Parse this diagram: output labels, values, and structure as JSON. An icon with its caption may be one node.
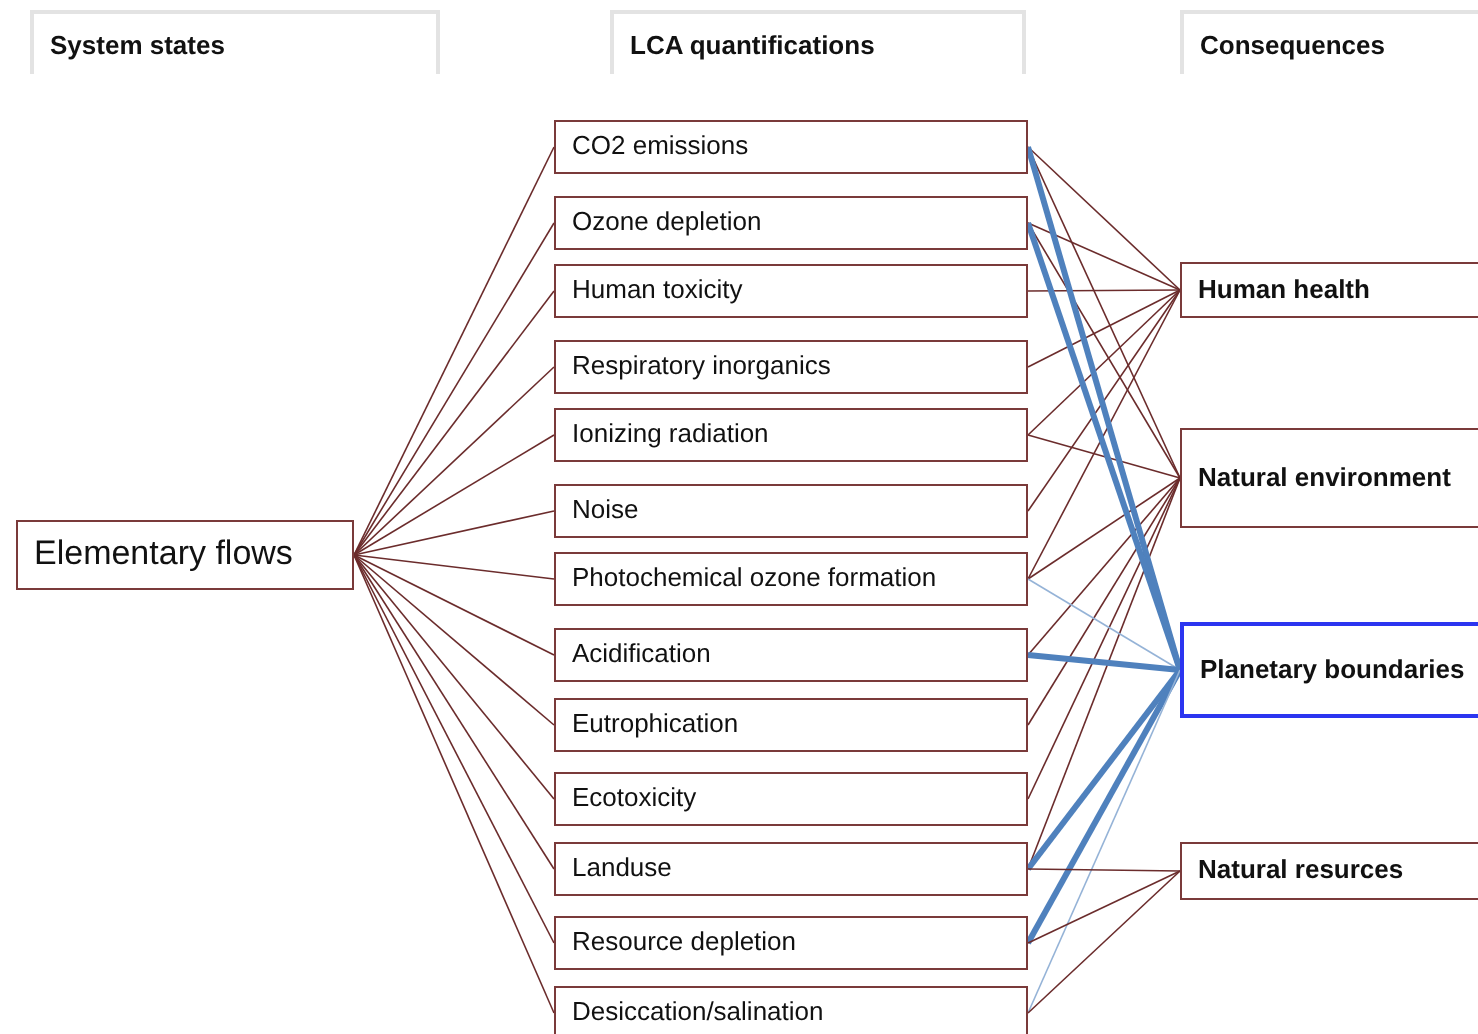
{
  "diagram": {
    "nodes": [
      {
        "text": [
          "Elementary flows"
        ]
      },
      {
        "text": [
          "CO2 emissions"
        ]
      },
      {
        "text": [
          "Ozone depletion"
        ]
      },
      {
        "text": [
          "Human toxicity"
        ]
      },
      {
        "text": [
          "Respiratory inorganics"
        ]
      },
      {
        "text": [
          "Ionizing radiation"
        ]
      },
      {
        "text": [
          "Noise"
        ]
      },
      {
        "text": [
          "Photochemical ozone formation"
        ]
      },
      {
        "text": [
          "Acidification"
        ]
      },
      {
        "text": [
          "Eutrophication"
        ]
      },
      {
        "text": [
          "Ecotoxicity"
        ]
      },
      {
        "text": [
          "Landuse"
        ]
      },
      {
        "text": [
          "Resource depletion"
        ]
      },
      {
        "text": [
          "Desiccation/salination"
        ]
      },
      {
        "text": [
          "Human health"
        ]
      },
      {
        "text": [
          "Natural environment"
        ]
      },
      {
        "text": [
          "Planetary boundaries"
        ]
      },
      {
        "text": [
          "Natural resurces"
        ]
      }
    ],
    "edges": [
      {
        "from": 0,
        "to": 1,
        "arrow": "none"
      },
      {
        "from": 0,
        "to": 2,
        "arrow": "none"
      },
      {
        "from": 0,
        "to": 3,
        "arrow": "none"
      },
      {
        "from": 0,
        "to": 4,
        "arrow": "none"
      },
      {
        "from": 0,
        "to": 5,
        "arrow": "none"
      },
      {
        "from": 0,
        "to": 6,
        "arrow": "none"
      },
      {
        "from": 0,
        "to": 7,
        "arrow": "none"
      },
      {
        "from": 0,
        "to": 8,
        "arrow": "none"
      },
      {
        "from": 0,
        "to": 9,
        "arrow": "none"
      },
      {
        "from": 0,
        "to": 10,
        "arrow": "none"
      },
      {
        "from": 0,
        "to": 11,
        "arrow": "none"
      },
      {
        "from": 0,
        "to": 12,
        "arrow": "none"
      },
      {
        "from": 0,
        "to": 13,
        "arrow": "none"
      },
      {
        "from": 1,
        "to": 14,
        "arrow": "none"
      },
      {
        "from": 2,
        "to": 14,
        "arrow": "none"
      },
      {
        "from": 3,
        "to": 14,
        "arrow": "none"
      },
      {
        "from": 4,
        "to": 14,
        "arrow": "none"
      },
      {
        "from": 5,
        "to": 14,
        "arrow": "none"
      },
      {
        "from": 6,
        "to": 14,
        "arrow": "none"
      },
      {
        "from": 7,
        "to": 14,
        "arrow": "none"
      },
      {
        "from": 1,
        "to": 15,
        "arrow": "none"
      },
      {
        "from": 2,
        "to": 15,
        "arrow": "none"
      },
      {
        "from": 5,
        "to": 15,
        "arrow": "none"
      },
      {
        "from": 7,
        "to": 15,
        "arrow": "none"
      },
      {
        "from": 8,
        "to": 15,
        "arrow": "none"
      },
      {
        "from": 9,
        "to": 15,
        "arrow": "none"
      },
      {
        "from": 10,
        "to": 15,
        "arrow": "none"
      },
      {
        "from": 11,
        "to": 15,
        "arrow": "none"
      },
      {
        "from": 1,
        "to": 16,
        "arrow": "none",
        "style": "thick",
        "color": "#4f81bd"
      },
      {
        "from": 2,
        "to": 16,
        "arrow": "none",
        "style": "thick",
        "color": "#4f81bd"
      },
      {
        "from": 7,
        "to": 16,
        "arrow": "none",
        "color": "#95b3d7"
      },
      {
        "from": 8,
        "to": 16,
        "arrow": "none",
        "style": "thick",
        "color": "#4f81bd"
      },
      {
        "from": 11,
        "to": 16,
        "arrow": "none",
        "style": "thick",
        "color": "#4f81bd"
      },
      {
        "from": 12,
        "to": 16,
        "arrow": "none",
        "style": "thick",
        "color": "#4f81bd"
      },
      {
        "from": 13,
        "to": 16,
        "arrow": "none",
        "color": "#95b3d7"
      },
      {
        "from": 11,
        "to": 17,
        "arrow": "none"
      },
      {
        "from": 12,
        "to": 17,
        "arrow": "none"
      },
      {
        "from": 13,
        "to": 17,
        "arrow": "none"
      }
    ],
    "labels": [
      "System states",
      "LCA quantifications",
      "Consequences"
    ]
  }
}
